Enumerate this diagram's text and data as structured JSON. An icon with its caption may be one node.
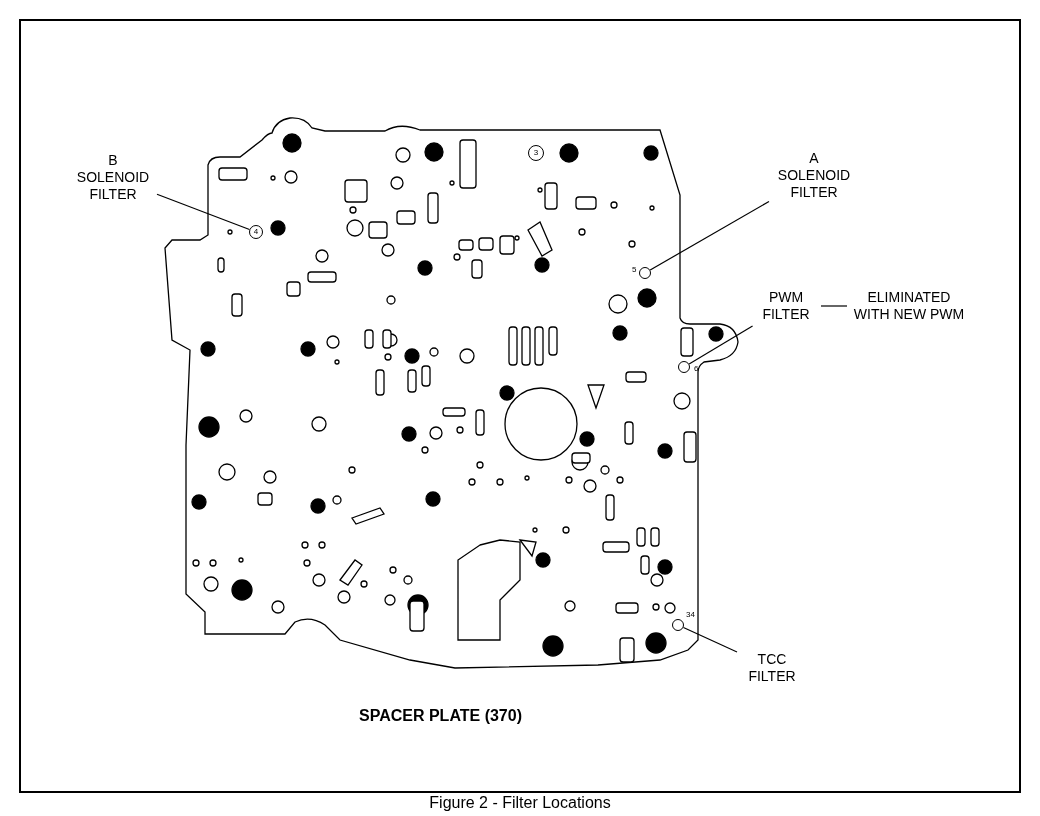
{
  "diagram": {
    "caption": "Figure 2 - Filter Locations",
    "nodes": [
      {
        "text": [
          "B SOLENOID FILTER"
        ]
      },
      {
        "text": [
          "4"
        ]
      },
      {
        "text": [
          "A SOLENOID FILTER"
        ]
      },
      {
        "text": [],
        "shape": "circle",
        "beside": [
          "5"
        ]
      },
      {
        "text": [
          "PWM FILTER"
        ]
      },
      {
        "text": [
          "ELIMINATED WITH NEW PWM"
        ]
      },
      {
        "text": [],
        "shape": "circle",
        "beside": [
          "6"
        ]
      },
      {
        "text": [],
        "shape": "circle",
        "beside": [
          "34"
        ]
      },
      {
        "text": [
          "TCC FILTER"
        ]
      },
      {
        "text": [
          "3"
        ]
      }
    ],
    "edges": [
      {
        "from": 0,
        "to": 1,
        "arrow": "none"
      },
      {
        "from": 2,
        "to": 3,
        "arrow": "none"
      },
      {
        "from": 4,
        "to": 5,
        "arrow": "none"
      },
      {
        "from": 4,
        "to": 6,
        "arrow": "none"
      },
      {
        "from": 8,
        "to": 7,
        "arrow": "none"
      }
    ],
    "labels": [
      "SPACER PLATE (370)"
    ]
  }
}
